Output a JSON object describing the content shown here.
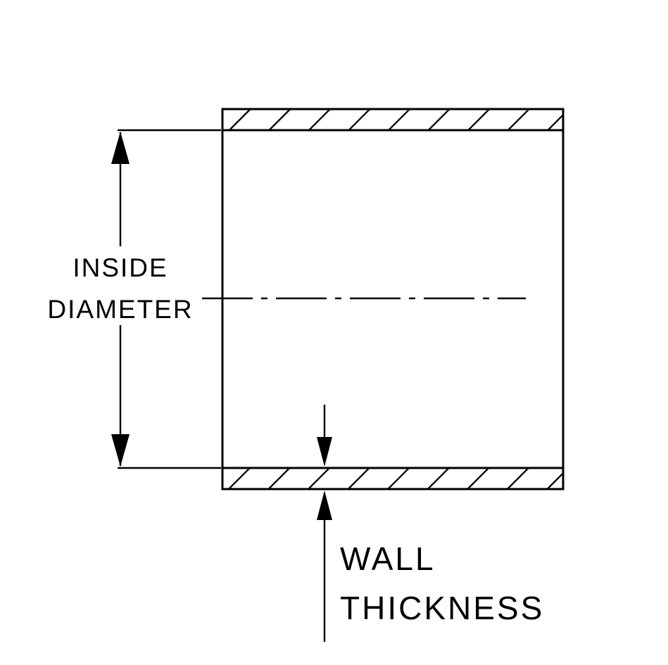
{
  "diagram": {
    "type": "technical-dimension-drawing",
    "subject": "tube-cross-section",
    "colors": {
      "line": "#000000",
      "background": "#ffffff"
    },
    "labels": {
      "inside_diameter_line1": "INSIDE",
      "inside_diameter_line2": "DIAMETER",
      "wall_thickness_line1": "WALL",
      "wall_thickness_line2": "THICKNESS"
    }
  }
}
